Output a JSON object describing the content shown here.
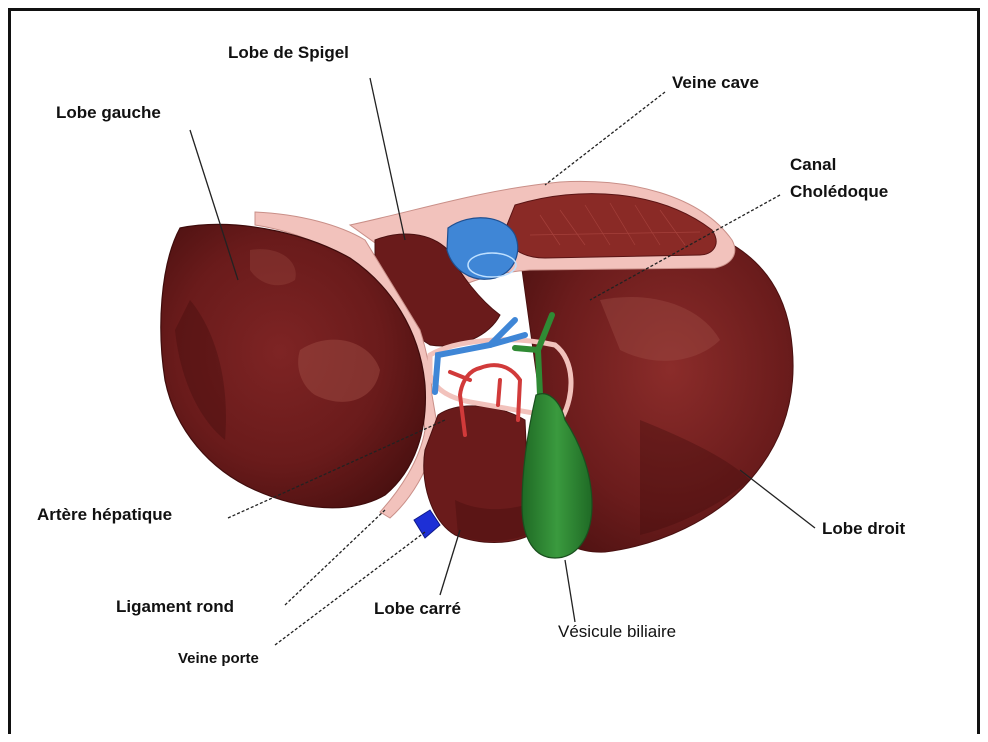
{
  "labels": {
    "lobe_spigel": "Lobe de Spigel",
    "veine_cave": "Veine cave",
    "lobe_gauche": "Lobe gauche",
    "canal_choledoque_line1": "Canal",
    "canal_choledoque_line2": "Cholédoque",
    "artere_hepatique": "Artère hépatique",
    "lobe_droit": "Lobe droit",
    "ligament_rond": "Ligament rond",
    "lobe_carre": "Lobe carré",
    "vesicule_biliaire": "Vésicule biliaire",
    "veine_porte": "Veine porte"
  },
  "colors": {
    "liver_dark": "#5a1414",
    "liver_mid": "#7b2222",
    "liver_light": "#9c4a42",
    "capsule": "#f2c2bc",
    "vena_cava": "#3f86d6",
    "portal_vein_blue": "#1d2fd6",
    "gallbladder": "#2f8a34",
    "artery": "#d13a3a"
  }
}
